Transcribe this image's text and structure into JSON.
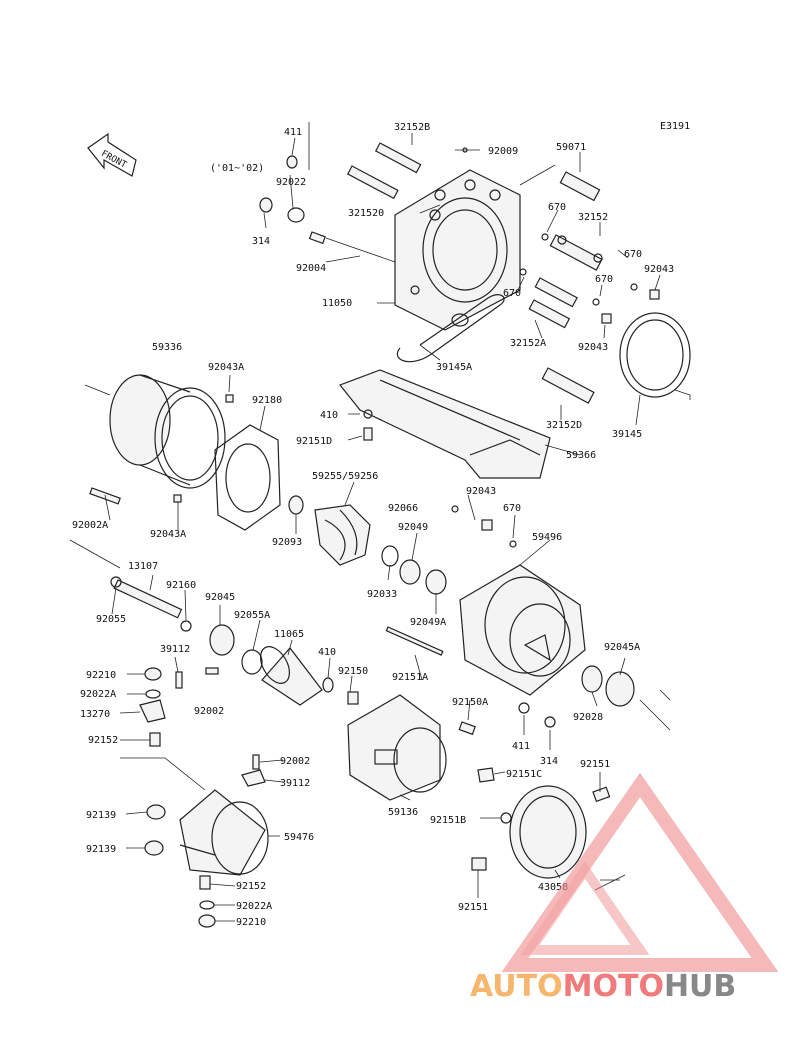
{
  "diagram_code": "E3191",
  "front_label": "FRONT",
  "year_note": "('01~'02)",
  "labels": {
    "p411a": "411",
    "p92022": "92022",
    "p314a": "314",
    "p92004": "92004",
    "p32152B": "32152B",
    "p92009": "92009",
    "p321520": "321520",
    "p59071": "59071",
    "p670a": "670",
    "p32152": "32152",
    "p670b": "670",
    "p92043a": "92043",
    "p670c": "670",
    "p11050": "11050",
    "p670d": "670",
    "p92043b": "92043",
    "p32152A": "32152A",
    "p39145A": "39145A",
    "p39145": "39145",
    "p59336": "59336",
    "p92043A1": "92043A",
    "p92180": "92180",
    "p410a": "410",
    "p92151D": "92151D",
    "p32152D": "32152D",
    "p59366": "59366",
    "p59255": "59255/59256",
    "p92043c": "92043",
    "p92002A": "92002A",
    "p92043A2": "92043A",
    "p92066": "92066",
    "p670e": "670",
    "p92049": "92049",
    "p92093": "92093",
    "p59496": "59496",
    "p13107": "13107",
    "p92160": "92160",
    "p92033": "92033",
    "p92049A": "92049A",
    "p92055": "92055",
    "p92045": "92045",
    "p92055A": "92055A",
    "p11065": "11065",
    "p39112a": "39112",
    "p410b": "410",
    "p92150": "92150",
    "p92151A": "92151A",
    "p92045A": "92045A",
    "p92210a": "92210",
    "p92022Aa": "92022A",
    "p92002a": "92002",
    "p13270": "13270",
    "p92150A": "92150A",
    "p92028": "92028",
    "p411b": "411",
    "p314b": "314",
    "p92152a": "92152",
    "p92002b": "92002",
    "p39112b": "39112",
    "p92151C": "92151C",
    "p92151a": "92151",
    "p59136": "59136",
    "p92151B": "92151B",
    "p92139a": "92139",
    "p59476": "59476",
    "p92139b": "92139",
    "p43058": "43058",
    "p92152b": "92152",
    "p92022Ab": "92022A",
    "p92151b": "92151",
    "p92210b": "92210"
  },
  "watermark": {
    "auto": "AUTO",
    "moto": "MOTO",
    "hub": "HUB",
    "colors": {
      "auto": "#f5a44a",
      "moto": "#ee5a5a",
      "hub": "#6b6b6b"
    }
  }
}
